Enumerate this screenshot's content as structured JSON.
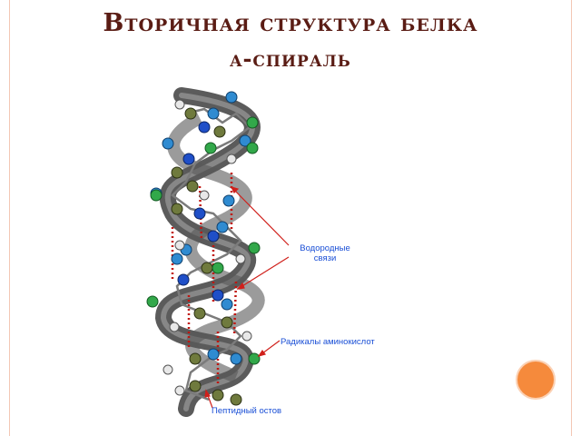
{
  "title": {
    "line1": "Вторичная структура белка",
    "line2": "α-спираль"
  },
  "labels": {
    "hydrogen_bonds": [
      "Водородные",
      "связи"
    ],
    "radicals": "Радикалы аминокислот",
    "backbone": "Пептидный остов"
  },
  "colors": {
    "title": "#5a1c14",
    "label": "#1a4fd6",
    "arrow": "#d0201b",
    "hbond": "#c0150f",
    "ribbon": "#4a4a4a",
    "atom_o": "#2f8bd1",
    "atom_n": "#1f4fc8",
    "atom_c": "#6f7a3d",
    "atom_r": "#32a84a",
    "accent_dot": "#f58a3c"
  }
}
